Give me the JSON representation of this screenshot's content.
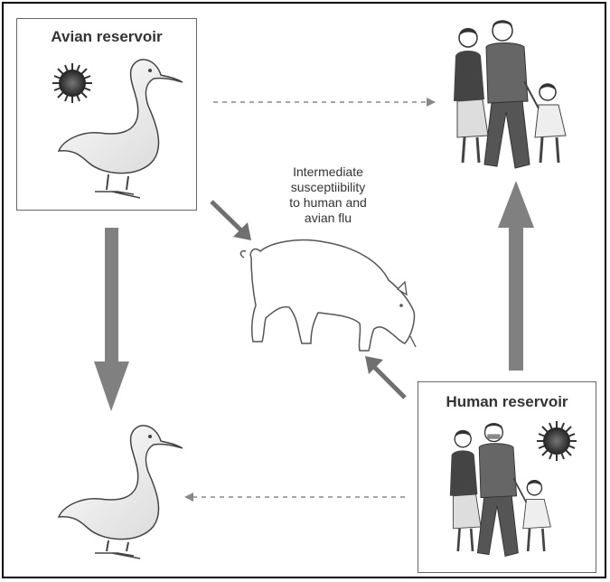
{
  "labels": {
    "avian_reservoir": "Avian reservoir",
    "human_reservoir": "Human reservoir",
    "pig_note": "Intermediate\nsusceptiibility\nto human and\navian flu"
  },
  "colors": {
    "thick_arrow": "#808080",
    "dashed_arrow": "#888888",
    "virus": "#3a3a3a",
    "outline": "#444444"
  },
  "icons": [
    "duck-icon",
    "virus-icon",
    "pig-icon",
    "family-icon"
  ]
}
